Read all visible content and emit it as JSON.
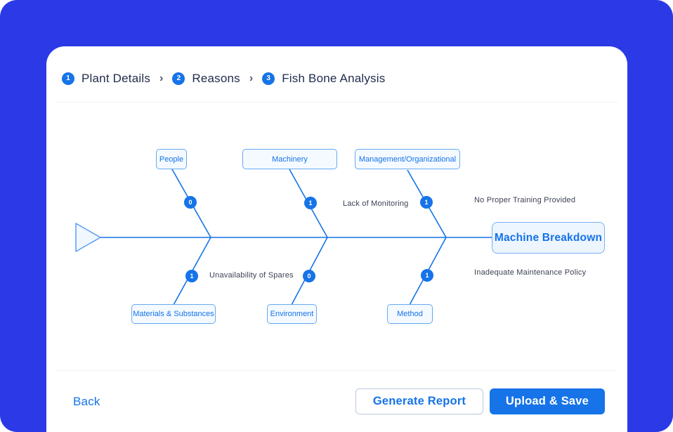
{
  "stepper": {
    "separator": "›",
    "steps": [
      {
        "number": "1",
        "label": "Plant Details"
      },
      {
        "number": "2",
        "label": "Reasons"
      },
      {
        "number": "3",
        "label": "Fish Bone Analysis"
      }
    ]
  },
  "diagram": {
    "type": "fishbone",
    "problem": "Machine Breakdown",
    "categories": [
      {
        "label": "People",
        "count": "0",
        "position": "top",
        "causes": []
      },
      {
        "label": "Machinery",
        "count": "1",
        "position": "top",
        "causes": [
          "Lack of Monitoring"
        ]
      },
      {
        "label": "Management/Organizational",
        "count": "1",
        "position": "top",
        "causes": [
          "No Proper Training Provided"
        ]
      },
      {
        "label": "Materials & Substances",
        "count": "1",
        "position": "bottom",
        "causes": [
          "Unavailability of Spares"
        ]
      },
      {
        "label": "Environment",
        "count": "0",
        "position": "bottom",
        "causes": []
      },
      {
        "label": "Method",
        "count": "1",
        "position": "bottom",
        "causes": [
          "Inadequate Maintenance Policy"
        ]
      }
    ]
  },
  "footer": {
    "back_label": "Back",
    "generate_report_label": "Generate Report",
    "upload_save_label": "Upload & Save"
  },
  "colors": {
    "background_blue": "#2B3AE6",
    "accent_blue": "#1673E8",
    "box_border": "#66A9F2",
    "box_fill": "#F4FAFF",
    "step_text": "#222C4D",
    "cause_text": "#3C4254"
  }
}
